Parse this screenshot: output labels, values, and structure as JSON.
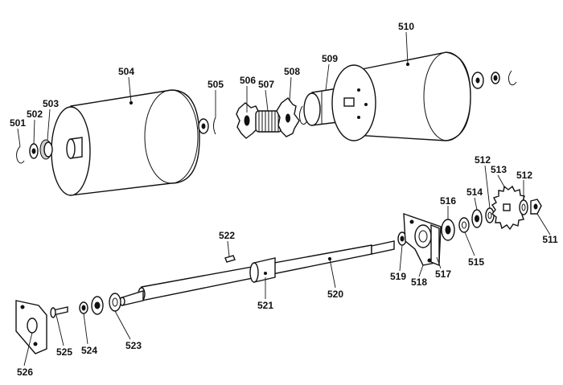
{
  "labels": {
    "p501": "501",
    "p502": "502",
    "p503": "503",
    "p504": "504",
    "p505": "505",
    "p506": "506",
    "p507": "507",
    "p508": "508",
    "p509": "509",
    "p510": "510",
    "p511": "511",
    "p512a": "512",
    "p512b": "512",
    "p513": "513",
    "p514": "514",
    "p515": "515",
    "p516": "516",
    "p517": "517",
    "p518": "518",
    "p519": "519",
    "p520": "520",
    "p521": "521",
    "p522": "522",
    "p523": "523",
    "p524": "524",
    "p525": "525",
    "p526": "526"
  }
}
